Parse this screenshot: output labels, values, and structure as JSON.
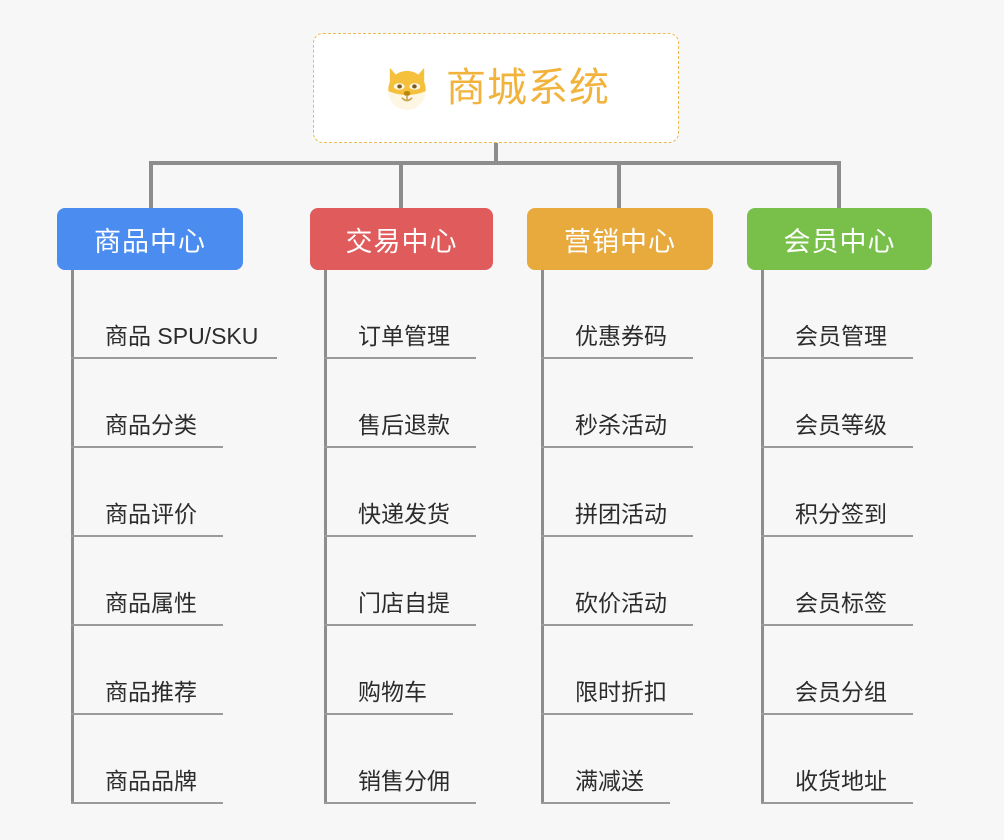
{
  "diagram": {
    "type": "org-tree",
    "background_color": "#f7f7f7",
    "connector_color": "#8d8d8d",
    "root": {
      "title": "商城系统",
      "icon": "shiba-dog-face-icon",
      "text_color": "#f2b33d",
      "border_color": "#eeb94e",
      "background_color": "#ffffff"
    },
    "categories": [
      {
        "label": "商品中心",
        "color": "#4a8cf0",
        "items": [
          "商品 SPU/SKU",
          "商品分类",
          "商品评价",
          "商品属性",
          "商品推荐",
          "商品品牌"
        ]
      },
      {
        "label": "交易中心",
        "color": "#e05b5b",
        "items": [
          "订单管理",
          "售后退款",
          "快递发货",
          "门店自提",
          "购物车",
          "销售分佣"
        ]
      },
      {
        "label": "营销中心",
        "color": "#e8aa3c",
        "items": [
          "优惠券码",
          "秒杀活动",
          "拼团活动",
          "砍价活动",
          "限时折扣",
          "满减送"
        ]
      },
      {
        "label": "会员中心",
        "color": "#78c council",
        "items": [
          "会员管理",
          "会员等级",
          "积分签到",
          "会员标签",
          "会员分组",
          "收货地址"
        ]
      }
    ]
  }
}
